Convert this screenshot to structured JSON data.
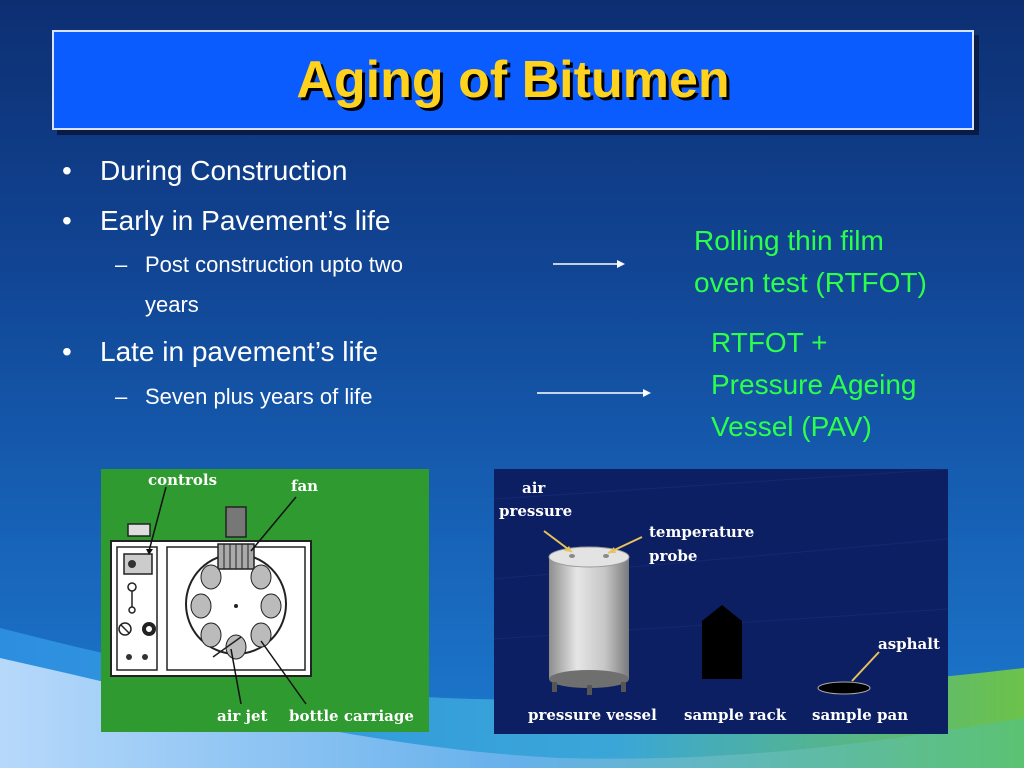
{
  "title": "Aging of Bitumen",
  "bullets": {
    "b1": "During Construction",
    "b2": "Early in Pavement’s life",
    "b2_sub": [
      "Post construction upto two",
      "years"
    ],
    "b3": "Late in pavement’s life",
    "b3_sub": "Seven plus years of life"
  },
  "glyphs": {
    "bullet": "•",
    "dash": "–"
  },
  "right_text": {
    "rtfot": [
      "Rolling thin film",
      "oven test (RTFOT)"
    ],
    "pav": [
      "RTFOT +",
      "Pressure Ageing",
      "Vessel (PAV)"
    ]
  },
  "rtfot_diagram": {
    "labels": {
      "controls": "controls",
      "fan": "fan",
      "air_jet": "air jet",
      "bottle_carriage": "bottle carriage"
    },
    "bg_color": "#2f9a2f"
  },
  "pav_diagram": {
    "labels": {
      "air": "air",
      "pressure": "pressure",
      "temperature": "temperature",
      "probe": "probe",
      "asphalt": "asphalt",
      "pressure_vessel": "pressure vessel",
      "sample_rack": "sample rack",
      "sample_pan": "sample pan"
    },
    "bg_color": "#0c1f63"
  },
  "colors": {
    "title_bg": "#0b5cff",
    "title_text": "#ffd21e",
    "green_text": "#2cff4a"
  }
}
